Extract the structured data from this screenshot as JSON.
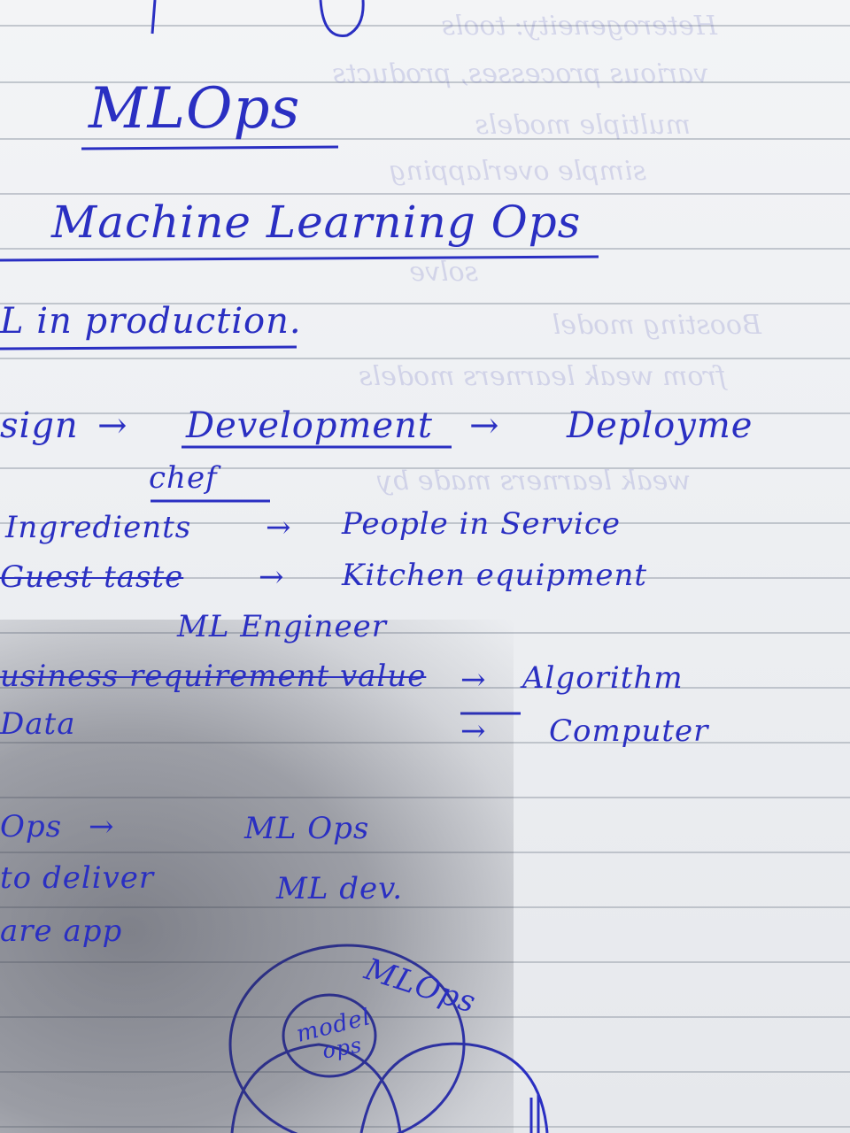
{
  "notes": {
    "heading_abbrev": "MLOps",
    "heading_full": "Machine Learning Ops",
    "line_production": "L in production.",
    "flow": {
      "step1": "sign",
      "arrow1": "→",
      "step2": "Development",
      "arrow2": "→",
      "step3": "Deployme"
    },
    "chef_label": "chef",
    "analogy1_left": "Ingredients",
    "analogy1_arrow": "→",
    "analogy1_right": "People in Service",
    "analogy2_left": "Guest taste",
    "analogy2_arrow": "→",
    "analogy2_right": "Kitchen equipment",
    "ml_engineer": "ML Engineer",
    "business_line": "usiness requirement value",
    "business_arrow": "→",
    "algorithm": "Algorithm",
    "data_label": "Data",
    "computer_arrow": "→",
    "computer": "Computer",
    "ops_left": "Ops",
    "ops_arrow": "→",
    "mlops_right": "ML Ops",
    "to_deliver": "to deliver",
    "ml_dev": "ML dev.",
    "are_app": "are app",
    "venn_outer": "MLOps",
    "venn_inner_1": "model",
    "venn_inner_2": "ops"
  },
  "colors": {
    "ink": "#2a2fc2",
    "paper": "#eef0f3",
    "rule": "#9aa3ad"
  }
}
